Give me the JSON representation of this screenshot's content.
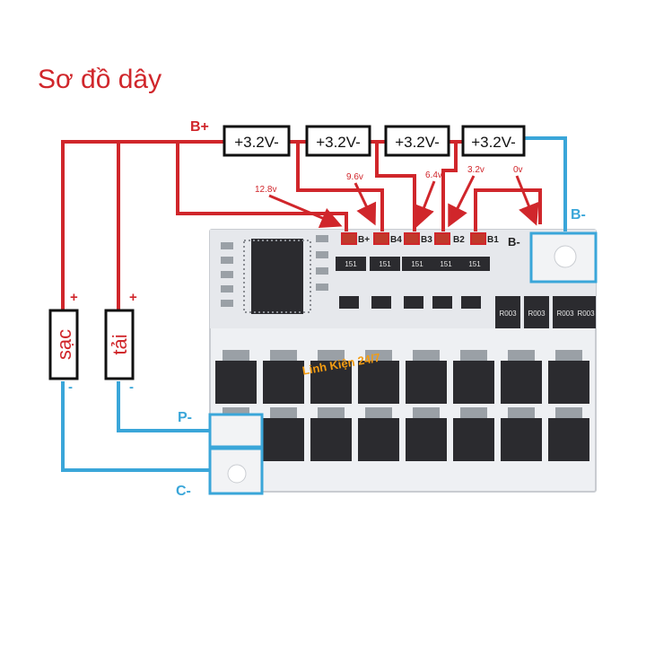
{
  "title": "Sơ đồ dây",
  "colors": {
    "positive": "#d0262b",
    "negative": "#3aa6d9",
    "board": "#eef0f3",
    "component": "#2b2b2f"
  },
  "cells": [
    {
      "label": "+3.2V-"
    },
    {
      "label": "+3.2V-"
    },
    {
      "label": "+3.2V-"
    },
    {
      "label": "+3.2V-"
    }
  ],
  "terminals": {
    "b_plus": "B+",
    "b_minus": "B-",
    "p_minus": "P-",
    "c_minus": "C-",
    "board_b_plus": "B+",
    "board_b_minus": "B-",
    "board_p_minus": "P-",
    "board_c_minus": "C-"
  },
  "voltages": [
    "12.8v",
    "9.6v",
    "6.4v",
    "3.2v",
    "0v"
  ],
  "board_pads": [
    "B4",
    "B3",
    "B2",
    "B1"
  ],
  "devices": {
    "charger": {
      "label": "sạc",
      "plus": "+",
      "minus": "-"
    },
    "load": {
      "label": "tải",
      "plus": "+",
      "minus": "-"
    }
  },
  "resistor_codes": [
    "R003",
    "R003",
    "R003",
    "R003"
  ],
  "resistor_small": [
    "151",
    "151",
    "151",
    "151",
    "151"
  ],
  "watermark": "Linh Kiện 24/7"
}
